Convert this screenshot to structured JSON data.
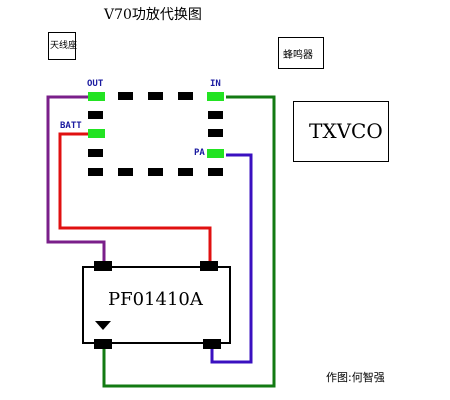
{
  "title": "V70功放代换图",
  "labels": {
    "antenna": "天线座",
    "buzzer": "蜂鸣器",
    "txvco": "TXVCO",
    "chip": "PF01410A",
    "author": "作图:何智强"
  },
  "pins": {
    "out": "OUT",
    "in": "IN",
    "batt": "BATT",
    "pa": "PA"
  },
  "colors": {
    "wire_out": "#7a1f8a",
    "wire_batt": "#e01010",
    "wire_in": "#127a12",
    "wire_pa": "#3a10c0",
    "pad_active": "#22e322",
    "pad": "#000000"
  }
}
